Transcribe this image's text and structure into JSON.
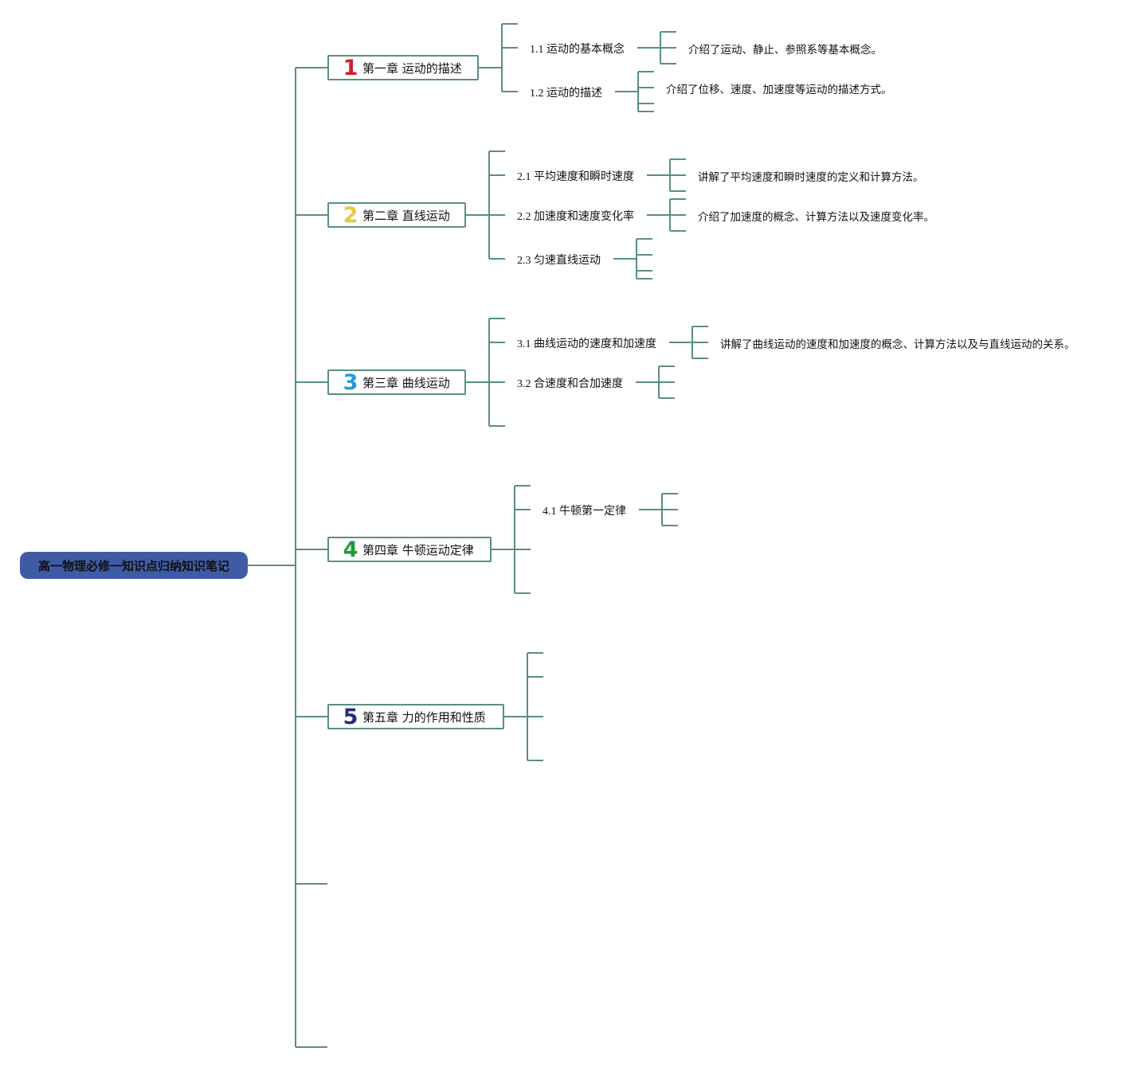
{
  "root": {
    "title": "高一物理必修一知识点归纳知识笔记",
    "color": "#3f5ba6"
  },
  "chapters": [
    {
      "num": "1",
      "num_color": "#d0202e",
      "label": "第一章 运动的描述",
      "sections": [
        {
          "label": "1.1 运动的基本概念",
          "desc": "介绍了运动、静止、参照系等基本概念。"
        },
        {
          "label": "1.2 运动的描述",
          "desc": "介绍了位移、速度、加速度等运动的描述方式。"
        }
      ]
    },
    {
      "num": "2",
      "num_color": "#e8c84a",
      "label": "第二章 直线运动",
      "sections": [
        {
          "label": "2.1 平均速度和瞬时速度",
          "desc": "讲解了平均速度和瞬时速度的定义和计算方法。"
        },
        {
          "label": "2.2 加速度和速度变化率",
          "desc": "介绍了加速度的概念、计算方法以及速度变化率。"
        },
        {
          "label": "2.3 匀速直线运动",
          "desc": ""
        }
      ]
    },
    {
      "num": "3",
      "num_color": "#2a9ad8",
      "label": "第三章 曲线运动",
      "sections": [
        {
          "label": "3.1 曲线运动的速度和加速度",
          "desc": "讲解了曲线运动的速度和加速度的概念、计算方法以及与直线运动的关系。"
        },
        {
          "label": "3.2 合速度和合加速度",
          "desc": ""
        }
      ]
    },
    {
      "num": "4",
      "num_color": "#1f9a3a",
      "label": "第四章 牛顿运动定律",
      "sections": [
        {
          "label": "4.1 牛顿第一定律",
          "desc": ""
        }
      ]
    },
    {
      "num": "5",
      "num_color": "#23307a",
      "label": "第五章 力的作用和性质",
      "sections": []
    }
  ],
  "line_color": "#5a8f80"
}
